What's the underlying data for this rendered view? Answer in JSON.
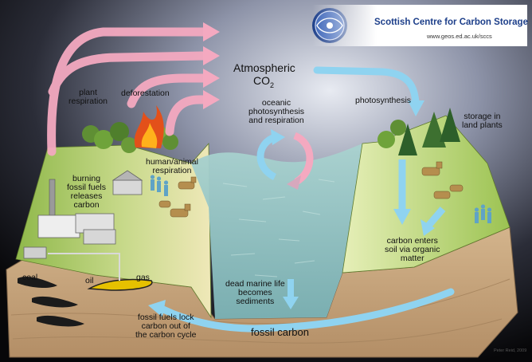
{
  "header": {
    "title": "Scottish Centre for Carbon Storage",
    "url": "www.geos.ed.ac.uk/sccs"
  },
  "labels": {
    "atmospheric": "Atmospheric",
    "co2": "CO",
    "co2_sub": "2",
    "plant_respiration_1": "plant",
    "plant_respiration_2": "respiration",
    "deforestation": "deforestation",
    "oceanic_1": "oceanic",
    "oceanic_2": "photosynthesis",
    "oceanic_3": "and respiration",
    "photosynthesis": "photosynthesis",
    "storage_1": "storage in",
    "storage_2": "land plants",
    "human_1": "human/animal",
    "human_2": "respiration",
    "burning_1": "burning",
    "burning_2": "fossil fuels",
    "burning_3": "releases",
    "burning_4": "carbon",
    "carbon_enters_1": "carbon enters",
    "carbon_enters_2": "soil via organic",
    "carbon_enters_3": "matter",
    "coal": "coal",
    "oil": "oil",
    "gas": "gas",
    "marine_1": "dead marine life",
    "marine_2": "becomes",
    "marine_3": "sediments",
    "fossil_carbon": "fossil carbon",
    "lock_1": "fossil fuels lock",
    "lock_2": "carbon out of",
    "lock_3": "the carbon cycle",
    "credit": "Peter Reid, 2009"
  },
  "colors": {
    "pink_arrow": "#f4a9c0",
    "blue_arrow": "#8fd3f0",
    "sky_top": "#0b0b0f",
    "sea": "#9cc9c4",
    "soil": "#caa77f",
    "grass": "#b9d66e",
    "header_text": "#1d3f8a"
  }
}
